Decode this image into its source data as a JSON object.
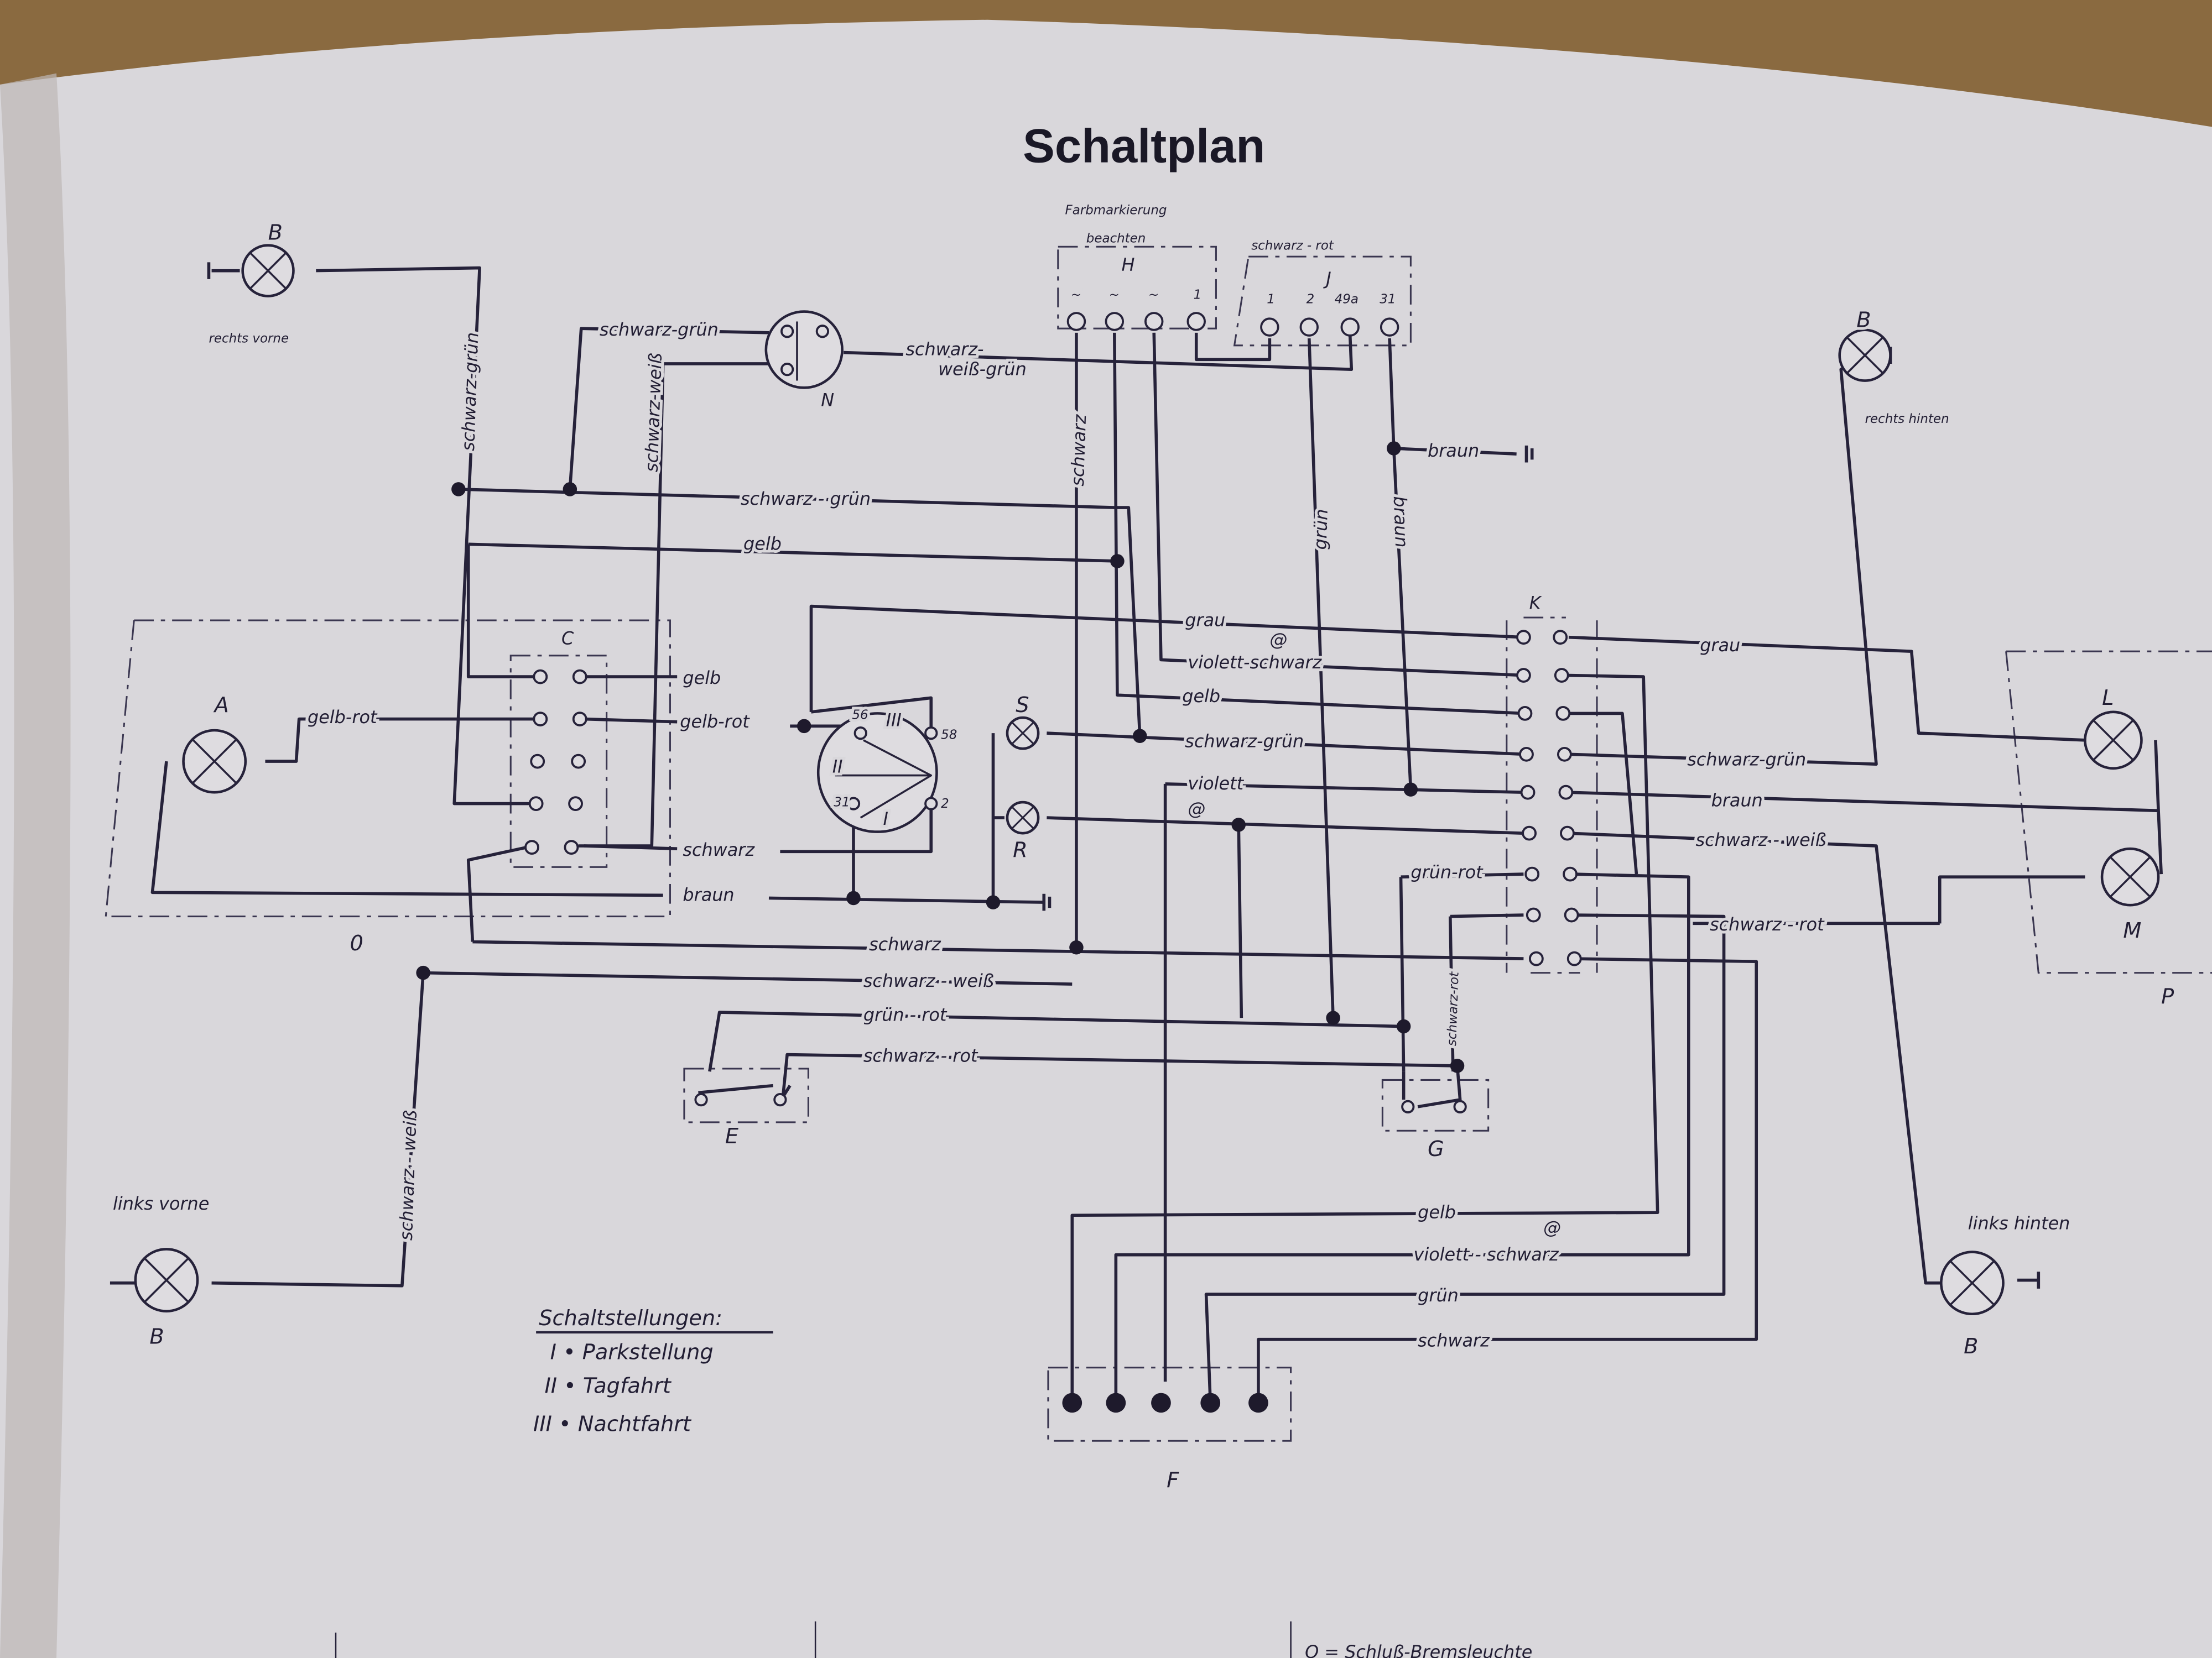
{
  "title": "Schaltplan",
  "labels": {
    "b_rv": "B",
    "rechts_vorne": "rechts vorne",
    "sg_vert_left": "schwarz-grün",
    "sg_to_n": "schwarz-grün",
    "n": "N",
    "swg_1": "schwarz-",
    "swg_2": "weiß-grün",
    "sw_vert": "schwarz-weiß",
    "farb_1": "Farbmarkierung",
    "farb_2": "beachten",
    "h": "H",
    "j": "J",
    "sr_top": "schwarz - rot",
    "h_t1": "~",
    "h_t2": "~",
    "h_t3": "~",
    "h_t4": "1",
    "j_t1": "1",
    "j_t2": "2",
    "j_t3": "49a",
    "j_t4": "31",
    "schwarz_vert": "schwarz",
    "gruen_vert": "grün",
    "braun_vert": "braun",
    "braun_gnd": "braun",
    "sg_mid": "schwarz - grün",
    "gelb_top": "gelb",
    "b_rh": "B",
    "rechts_hinten": "rechts hinten",
    "grau_k": "grau",
    "at1": "@",
    "vs_k": "violett-schwarz",
    "gelb_k": "gelb",
    "sg_k": "schwarz-grün",
    "violett_k": "violett",
    "at2": "@",
    "k": "K",
    "grau_r": "grau",
    "sg_r": "schwarz-grün",
    "braun_r": "braun",
    "sw_r": "schwarz - weiß",
    "sr_r": "schwarz - rot",
    "gr_k": "grün-rot",
    "c": "C",
    "a": "A",
    "gelbrot_a": "gelb-rot",
    "gelb_c": "gelb",
    "gelbrot_c": "gelb-rot",
    "schwarz_c": "schwarz",
    "braun_c": "braun",
    "o": "0",
    "sw_56": "56",
    "sw_III": "III",
    "sw_58": "58",
    "sw_II": "II",
    "sw_31": "31",
    "sw_I": "I",
    "sw_2": "2",
    "s": "S",
    "r": "R",
    "schwarz_low": "schwarz",
    "sw_low": "schwarz - weiß",
    "gr_low": "grün - rot",
    "sr_low": "schwarz - rot",
    "e": "E",
    "g": "G",
    "sr_g": "schwarz-rot",
    "l": "L",
    "m": "M",
    "p": "P",
    "links_vorne": "links vorne",
    "b_lv": "B",
    "sw_vert_low": "schwarz - weiß",
    "gelb_f": "gelb",
    "at3": "@",
    "vs_f": "violett - schwarz",
    "gruen_f": "grün",
    "schwarz_f": "schwarz",
    "f": "F",
    "links_hinten": "links hinten",
    "b_lh": "B"
  },
  "legend": {
    "heading": "Schaltstellungen:",
    "items": [
      "I • Parkstellung",
      "II • Tagfahrt",
      "III • Nachtfahrt"
    ]
  },
  "footer": "O = Schluß-Bremsleuchte",
  "colors": {
    "paper": "#d9d7db",
    "ink": "#26223a",
    "wood": "#8a6a40"
  }
}
